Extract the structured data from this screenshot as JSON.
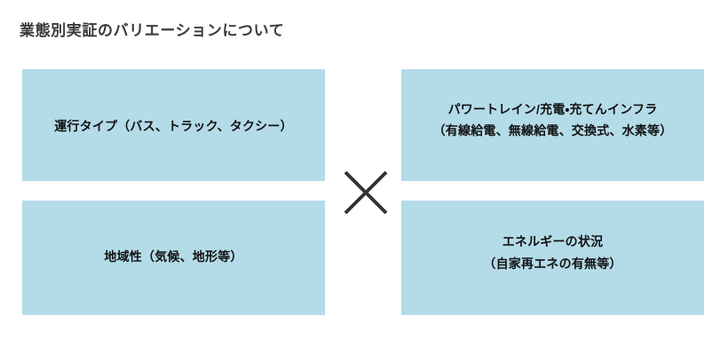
{
  "slide": {
    "title": "業態別実証のバリエーションについて",
    "background_color": "#ffffff",
    "title_color": "#3a3a3a"
  },
  "matrix": {
    "box_fill_color": "#b4dbe8",
    "box_text_color": "#131313",
    "operator": {
      "symbol": "×",
      "name": "multiplication-cross",
      "color": "#333333"
    },
    "boxes": [
      {
        "position": "left-top",
        "text": "運行タイプ（バス、トラック、タクシー）",
        "lines": [
          "運行タイプ（バス、トラック、タクシー）"
        ]
      },
      {
        "position": "left-bottom",
        "text": "地域性（気候、地形等）",
        "lines": [
          "地域性（気候、地形等）"
        ]
      },
      {
        "position": "right-top",
        "text": "パワートレイン/充電・充てんインフラ\n（有線給電、無線給電、交換式、水素等）",
        "lines": [
          "パワートレイン/充電・充てんインフラ",
          "（有線給電、無線給電、交換式、水素等）"
        ]
      },
      {
        "position": "right-bottom",
        "text": "エネルギーの状況\n（自家再エネの有無等）",
        "lines": [
          "エネルギーの状況",
          "（自家再エネの有無等）"
        ]
      }
    ]
  }
}
